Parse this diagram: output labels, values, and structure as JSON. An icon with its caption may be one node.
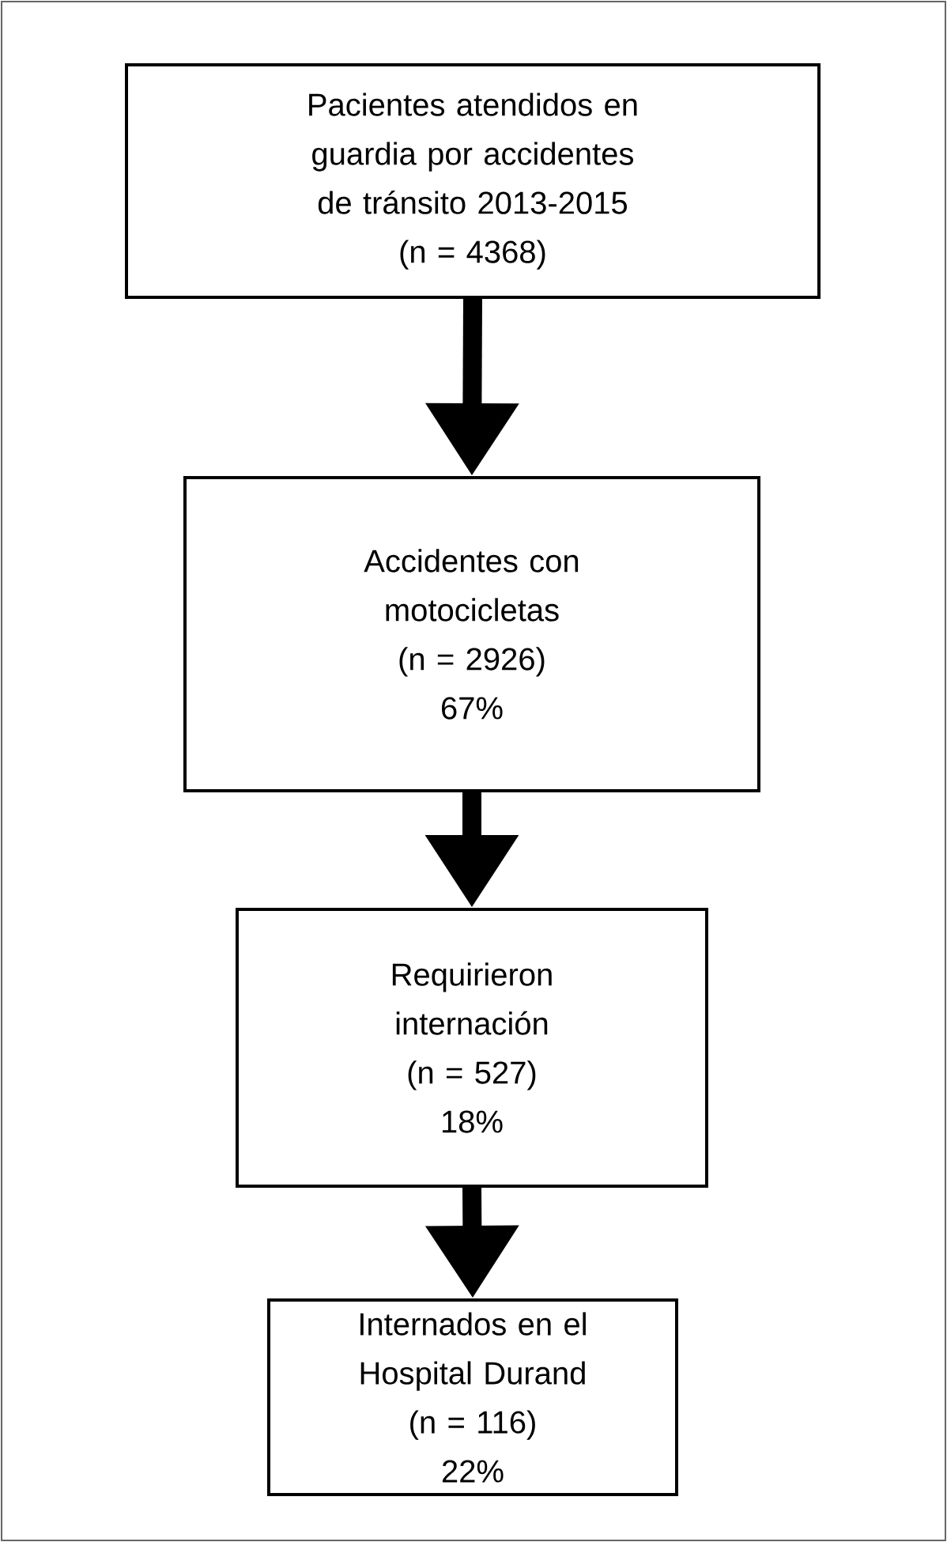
{
  "diagram": {
    "nodes": [
      {
        "text": [
          "Pacientes atendidos en guardia por accidentes de tránsito 2013-2015",
          "(n = 4368)"
        ]
      },
      {
        "text": [
          "Accidentes con motocicletas",
          "(n = 2926)",
          "67%"
        ]
      },
      {
        "text": [
          "Requirieron internación",
          "(n = 527)",
          "18%"
        ]
      },
      {
        "text": [
          "Internados en el Hospital Durand",
          "(n = 116)",
          "22%"
        ]
      }
    ],
    "edges": [
      {
        "from": 0,
        "to": 1,
        "arrow": "to"
      },
      {
        "from": 1,
        "to": 2,
        "arrow": "to"
      },
      {
        "from": 2,
        "to": 3,
        "arrow": "to"
      }
    ]
  }
}
